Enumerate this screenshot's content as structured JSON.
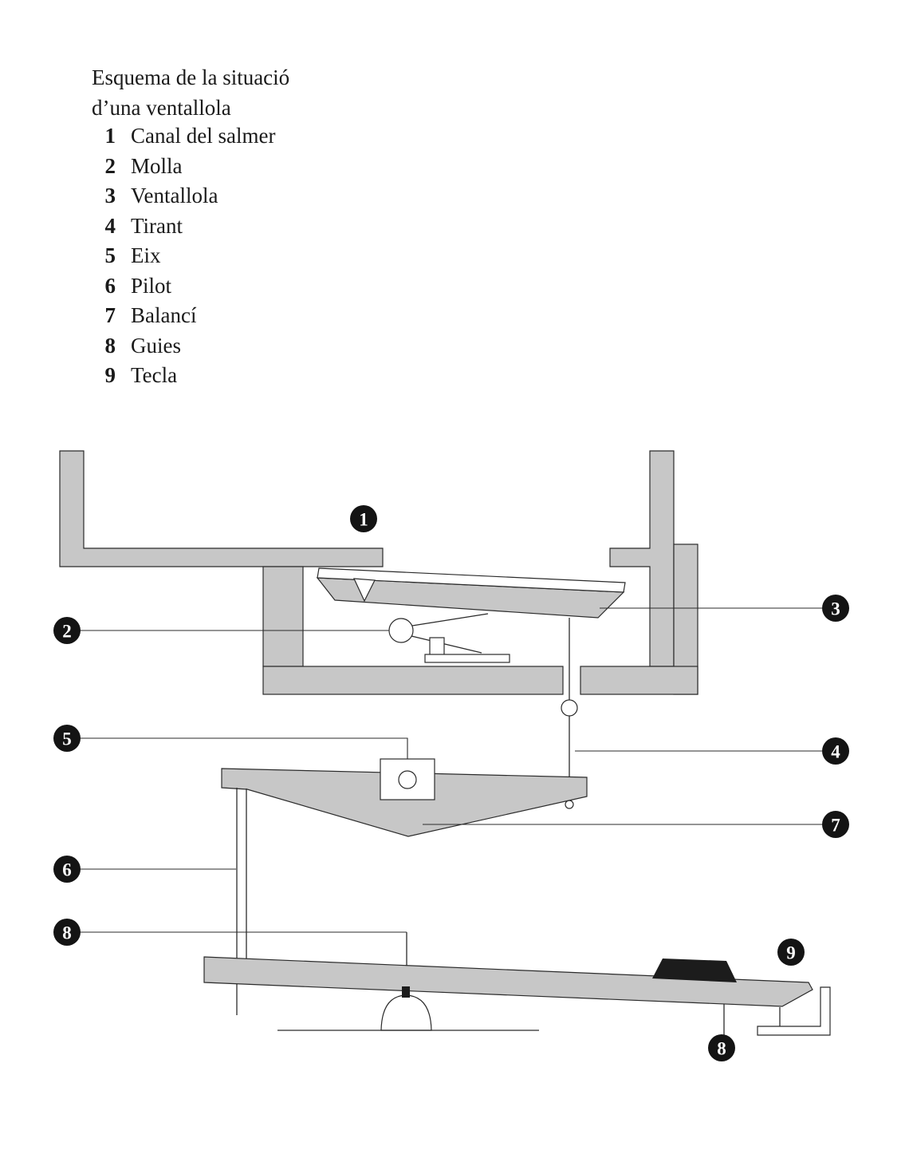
{
  "page": {
    "title_line1": "Esquema de la situació",
    "title_line2": "d’una ventallola"
  },
  "legend": {
    "items": [
      {
        "num": "1",
        "label": "Canal del salmer"
      },
      {
        "num": "2",
        "label": "Molla"
      },
      {
        "num": "3",
        "label": "Ventallola"
      },
      {
        "num": "4",
        "label": "Tirant"
      },
      {
        "num": "5",
        "label": "Eix"
      },
      {
        "num": "6",
        "label": "Pilot"
      },
      {
        "num": "7",
        "label": "Balancí"
      },
      {
        "num": "8",
        "label": "Guies"
      },
      {
        "num": "9",
        "label": "Tecla"
      }
    ]
  },
  "diagram": {
    "callouts": [
      {
        "label": "1"
      },
      {
        "label": "2"
      },
      {
        "label": "3"
      },
      {
        "label": "4"
      },
      {
        "label": "5"
      },
      {
        "label": "6"
      },
      {
        "label": "7"
      },
      {
        "label": "8"
      },
      {
        "label": "8"
      },
      {
        "label": "9"
      }
    ],
    "colors": {
      "fill_gray": "#c7c7c7",
      "stroke": "#2b2b2b",
      "callout_bg": "#141414",
      "callout_text": "#ffffff",
      "key_sharp": "#1c1c1c"
    }
  }
}
